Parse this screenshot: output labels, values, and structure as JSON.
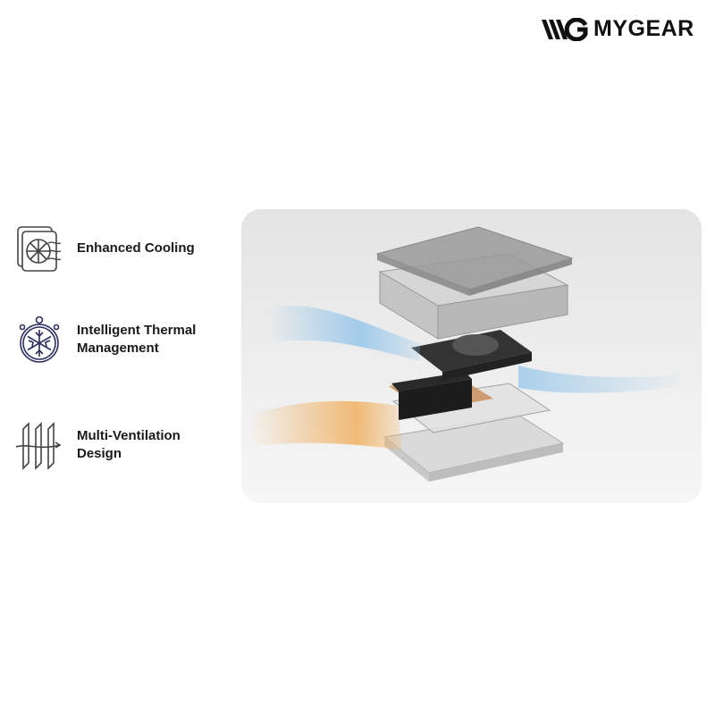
{
  "brand": {
    "name": "MYGEAR"
  },
  "features": [
    {
      "icon": "fan-cooling-icon",
      "label_lines": [
        "Enhanced Cooling"
      ]
    },
    {
      "icon": "snowflake-stopwatch-icon",
      "label_lines": [
        "Intelligent Thermal",
        "Management"
      ]
    },
    {
      "icon": "ventilation-fins-icon",
      "label_lines": [
        "Multi-Ventilation",
        "Design"
      ]
    }
  ],
  "colors": {
    "text": "#1a1a1a",
    "icon_navy": "#2b2d5c",
    "cool_air": "#8fc3ea",
    "warm_air": "#f0b060"
  }
}
